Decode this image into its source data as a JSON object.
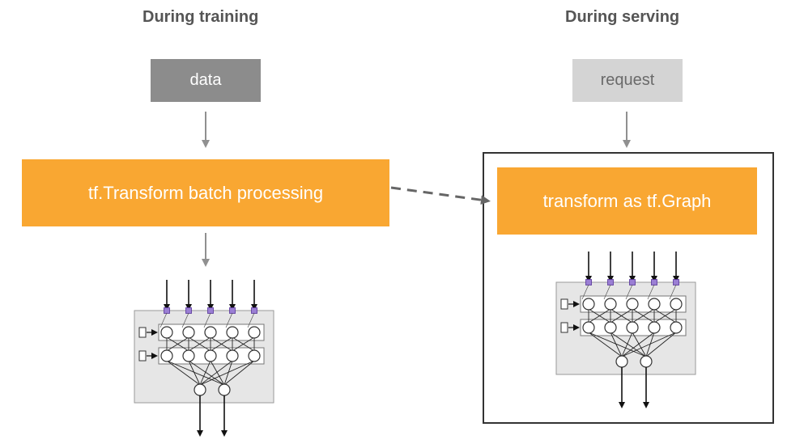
{
  "training": {
    "heading": "During training",
    "input_label": "data",
    "process_label": "tf.Transform batch processing"
  },
  "serving": {
    "heading": "During serving",
    "input_label": "request",
    "process_label": "transform as tf.Graph"
  },
  "colors": {
    "orange": "#f9a732",
    "data_box": "#8c8c8c",
    "request_box": "#d4d4d4",
    "arrow_gray": "#909090",
    "dashed_arrow": "#666666",
    "network_panel": "#e6e6e6",
    "input_node": "#9b7fd4"
  },
  "icons": {
    "network": "neural-network-graph-icon"
  }
}
